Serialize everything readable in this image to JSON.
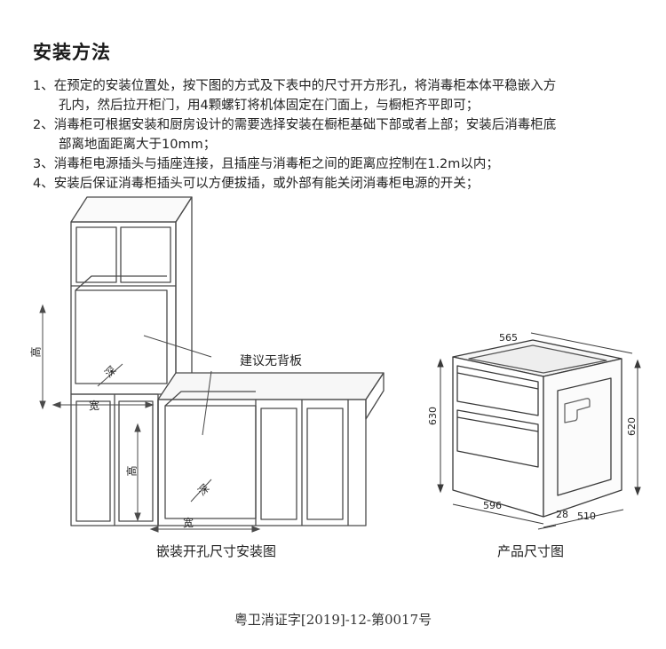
{
  "section": {
    "title": "安装方法",
    "instructions": [
      {
        "line1": "1、在预定的安装位置处，按下图的方式及下表中的尺寸开方形孔，将消毒柜本体平稳嵌入方",
        "line2": "孔内，然后拉开柜门，用4颗螺钉将机体固定在门面上，与橱柜齐平即可；"
      },
      {
        "line1": "2、消毒柜可根据安装和厨房设计的需要选择安装在橱柜基础下部或者上部；安装后消毒柜底",
        "line2": "部离地面距离大于10mm；"
      },
      {
        "line1": "3、消毒柜电源插头与插座连接，且插座与消毒柜之间的距离应控制在1.2m以内；"
      },
      {
        "line1": "4、安装后保证消毒柜插头可以方便拔插，或外部有能关闭消毒柜电源的开关；"
      }
    ]
  },
  "left_diagram": {
    "caption": "嵌装开孔尺寸安装图",
    "note": "建议无背板",
    "upper_labels": {
      "height": "高",
      "depth": "深",
      "width": "宽"
    },
    "lower_labels": {
      "height": "高",
      "depth": "深",
      "width": "宽"
    }
  },
  "right_diagram": {
    "caption": "产品尺寸图",
    "dims": {
      "top_width": "565",
      "left_height": "630",
      "right_height": "620",
      "bottom_width": "596",
      "door_thickness": "28",
      "depth": "510"
    }
  },
  "footer": "粤卫消证字[2019]-12-第0017号"
}
